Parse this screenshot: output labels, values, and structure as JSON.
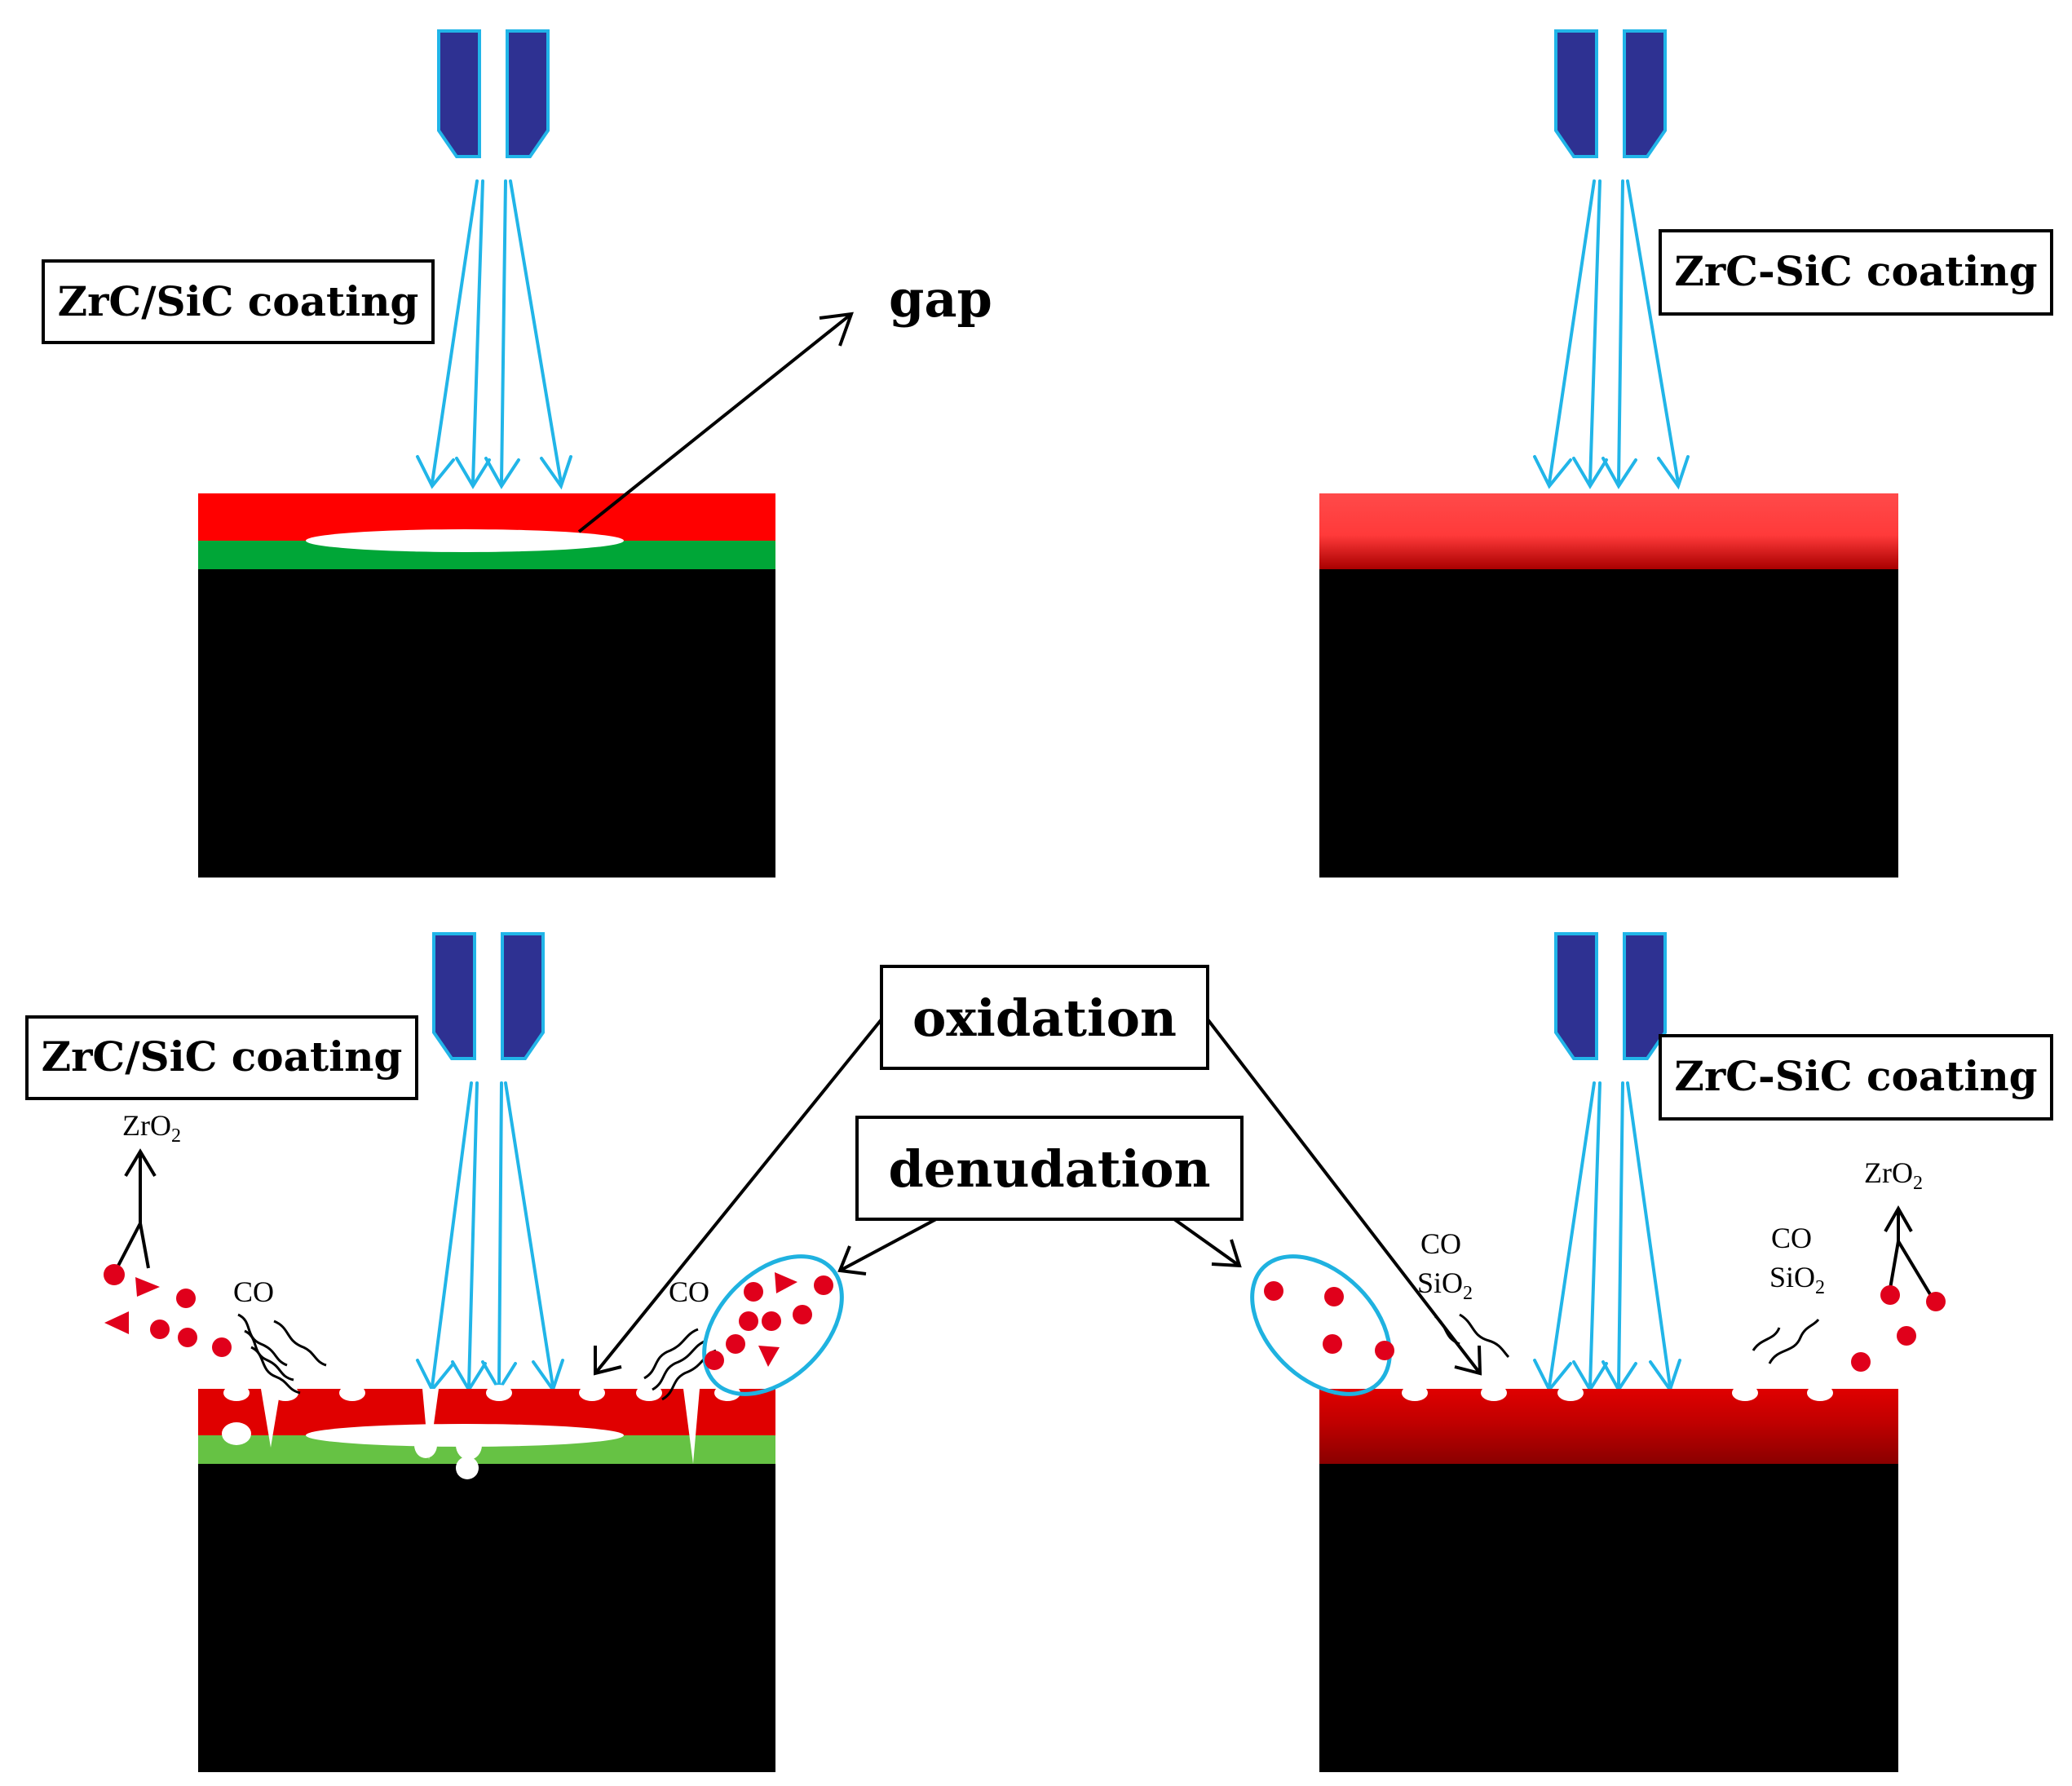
{
  "labels": {
    "tl_coating": "ZrC/SiC coating",
    "tr_coating": "ZrC-SiC coating",
    "bl_coating": "ZrC/SiC coating",
    "br_coating": "ZrC-SiC coating",
    "gap": "gap",
    "oxidation": "oxidation",
    "denudation": "denudation",
    "co": "CO",
    "sio2_main": "SiO",
    "zro2_main": "ZrO",
    "sub2": "2"
  },
  "colors": {
    "coating_red": "#ff0000",
    "coating_gradient_light": "#ff4a4a",
    "coating_gradient_dark": "#a80000",
    "sic_green": "#00a637",
    "sic_green_light": "#66c244",
    "substrate": "#000000",
    "flame_cyan": "#21b5e8",
    "torch_blue": "#2e3192",
    "particle_red": "#e0001b",
    "ellipse_cyan": "#1fb2e0"
  },
  "icons": [
    "plasma-torch-icon",
    "flame-arrow-icon",
    "gas-wave-icon",
    "particle-icon"
  ]
}
